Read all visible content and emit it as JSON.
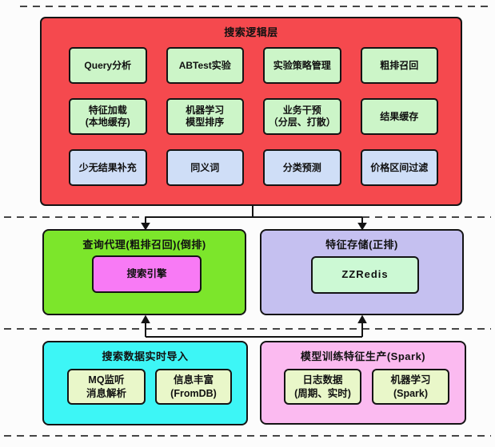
{
  "colors": {
    "logic_panel_red": "#f5494e",
    "cell_green": "#ccf5c8",
    "cell_blue": "#cfdef7",
    "query_proxy_lime": "#7ce62b",
    "engine_magenta": "#f87af5",
    "feature_store_purple": "#c5c0f0",
    "zzredis_mint": "#ccf9d4",
    "import_cyan": "#3df6f6",
    "training_pink": "#fbbaf0",
    "inner_pale_green": "#e9f7c9",
    "line_dark": "#141414",
    "dash_gray": "#454545"
  },
  "logic_layer": {
    "title": "搜索逻辑层",
    "cells": [
      {
        "label": "Query分析",
        "tone": "green"
      },
      {
        "label": "ABTest实验",
        "tone": "green"
      },
      {
        "label": "实验策略管理",
        "tone": "green"
      },
      {
        "label": "粗排召回",
        "tone": "green"
      },
      {
        "label": "特征加载\n(本地缓存)",
        "tone": "green"
      },
      {
        "label": "机器学习\n模型排序",
        "tone": "green"
      },
      {
        "label": "业务干预\n（分层、打散）",
        "tone": "green"
      },
      {
        "label": "结果缓存",
        "tone": "green"
      },
      {
        "label": "少无结果补充",
        "tone": "blue"
      },
      {
        "label": "同义词",
        "tone": "blue"
      },
      {
        "label": "分类预测",
        "tone": "blue"
      },
      {
        "label": "价格区间过滤",
        "tone": "blue"
      }
    ]
  },
  "query_proxy": {
    "title": "查询代理(粗排召回)(倒排)",
    "engine_label": "搜索引擎"
  },
  "feature_store": {
    "title": "特征存储(正排)",
    "store_label": "ZZRedis"
  },
  "realtime_import": {
    "title": "搜索数据实时导入",
    "items": [
      {
        "label": "MQ监听\n消息解析"
      },
      {
        "label": "信息丰富\n(FromDB)"
      }
    ]
  },
  "model_training": {
    "title": "模型训练特征生产(Spark)",
    "items": [
      {
        "label": "日志数据\n(周期、实时)"
      },
      {
        "label": "机器学习\n(Spark)"
      }
    ]
  }
}
